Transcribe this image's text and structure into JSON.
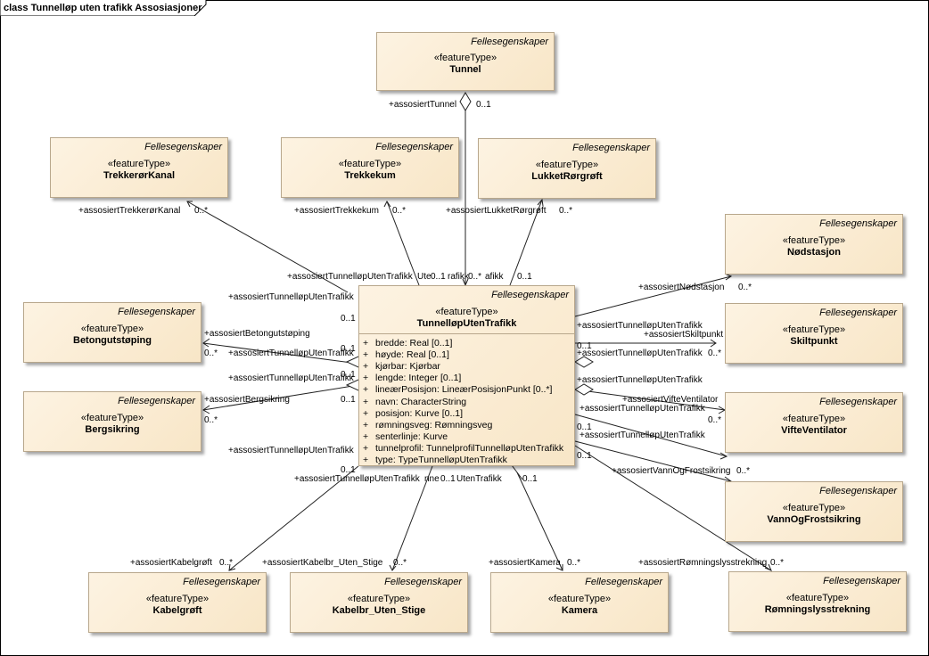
{
  "diagram_title": "class Tunnelløp uten trafikk Assosiasjoner",
  "stereotype": "«featureType»",
  "package": "Fellesegenskaper",
  "classes": {
    "tunnel": "Tunnel",
    "trekkeror": "TrekkerørKanal",
    "trekkekum": "Trekkekum",
    "lukket": "LukketRørgrøft",
    "nodstasjon": "Nødstasjon",
    "betong": "Betongutstøping",
    "skiltpunkt": "Skiltpunkt",
    "bergsikring": "Bergsikring",
    "vifte": "VifteVentilator",
    "vann": "VannOgFrostsikring",
    "kabelgroft": "Kabelgrøft",
    "kabelbr": "Kabelbr_Uten_Stige",
    "kamera": "Kamera",
    "romning": "Rømningslysstrekning",
    "main": "TunnelløpUtenTrafikk"
  },
  "main_attributes": [
    {
      "vis": "+",
      "text": "bredde: Real [0..1]"
    },
    {
      "vis": "+",
      "text": "høyde: Real [0..1]"
    },
    {
      "vis": "+",
      "text": "kjørbar: Kjørbar"
    },
    {
      "vis": "+",
      "text": "lengde: Integer [0..1]"
    },
    {
      "vis": "+",
      "text": "lineærPosisjon: LineærPosisjonPunkt [0..*]"
    },
    {
      "vis": "+",
      "text": "navn: CharacterString"
    },
    {
      "vis": "+",
      "text": "posisjon: Kurve [0..1]"
    },
    {
      "vis": "+",
      "text": "rømningsveg: Rømningsveg"
    },
    {
      "vis": "+",
      "text": "senterlinje: Kurve"
    },
    {
      "vis": "+",
      "text": "tunnelprofil: TunnelprofilTunnelløpUtenTrafikk"
    },
    {
      "vis": "+",
      "text": "type: TypeTunnelløpUtenTrafikk"
    }
  ],
  "labels": {
    "tunnel_role": "+assosiertTunnel",
    "tunnel_mult": "0..1",
    "trekkeror_role": "+assosiertTrekkerørKanal",
    "trekkeror_mult": "0..*",
    "trekkekum_role": "+assosiertTrekkekum",
    "trekkekum_mult": "0..*",
    "lukket_role": "+assosiertLukketRørgrøft",
    "lukket_mult": "0..*",
    "nod_role": "+assosiertNødstasjon",
    "nod_mult": "0..*",
    "betong_role": "+assosiertBetongutstøping",
    "betong_mult": "0..*",
    "skilt_role": "+assosiertSkiltpunkt",
    "skilt_mult": "0..*",
    "berg_role": "+assosiertBergsikring",
    "berg_mult": "0..*",
    "vifte_role": "+assosiertVifteVentilator",
    "vifte_mult": "0..*",
    "vann_role": "+assosiertVannOgFrostsikring",
    "vann_mult": "0..*",
    "kabel_role": "+assosiertKabelgrøft",
    "kabel_mult": "0..*",
    "kabelbr_role": "+assosiertKabelbr_Uten_Stige",
    "kabelbr_mult": "0..*",
    "kamera_role": "+assosiertKamera",
    "kamera_mult": "0..*",
    "romning_role": "+assosiertRømningslysstrekning",
    "romning_mult": "0..*",
    "back_role": "+assosiertTunnelløpUtenTrafikk",
    "back_mult": "0..1",
    "frag_top1": "+assosiertTunnelløpUtenTrafikk",
    "frag_top2": "Ute",
    "frag_top3": "0..1",
    "frag_top4": "rafikk",
    "frag_top5": "0..*",
    "frag_top6": "afikk",
    "frag_top7": "0..1",
    "frag_b1": "+assosiertTunnelløpUtenTrafikk",
    "frag_b2": "nne",
    "frag_b3": "0..1",
    "frag_b4": "UtenTrafikk",
    "frag_b5": "0..1"
  }
}
